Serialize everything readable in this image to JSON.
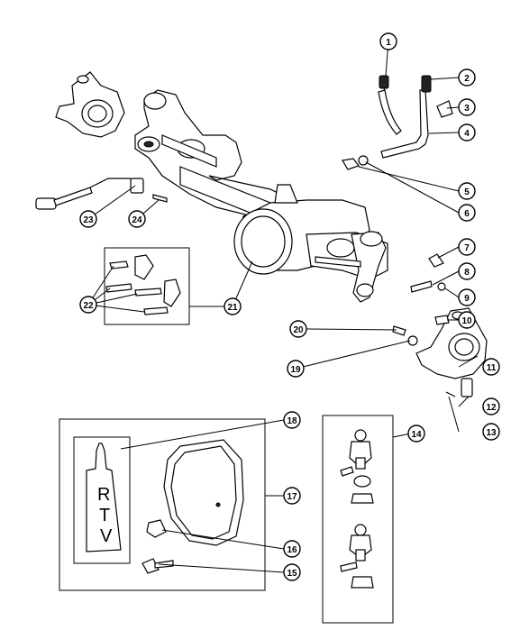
{
  "callouts": [
    "1",
    "2",
    "3",
    "4",
    "5",
    "6",
    "7",
    "8",
    "9",
    "10",
    "11",
    "12",
    "13",
    "14",
    "15",
    "16",
    "17",
    "18",
    "19",
    "20",
    "21",
    "22",
    "23",
    "24"
  ],
  "rtv_tube": {
    "letters": [
      "R",
      "T",
      "V"
    ]
  },
  "icons": {
    "axle_housing": "axle-housing-icon",
    "steering_knuckle": "steering-knuckle-icon",
    "vent_hose": "vent-hose-icon",
    "differential_cover": "differential-cover-icon",
    "ball_joint": "ball-joint-icon",
    "rtv_tube": "rtv-sealant-tube-icon",
    "sensor": "abs-sensor-icon"
  }
}
